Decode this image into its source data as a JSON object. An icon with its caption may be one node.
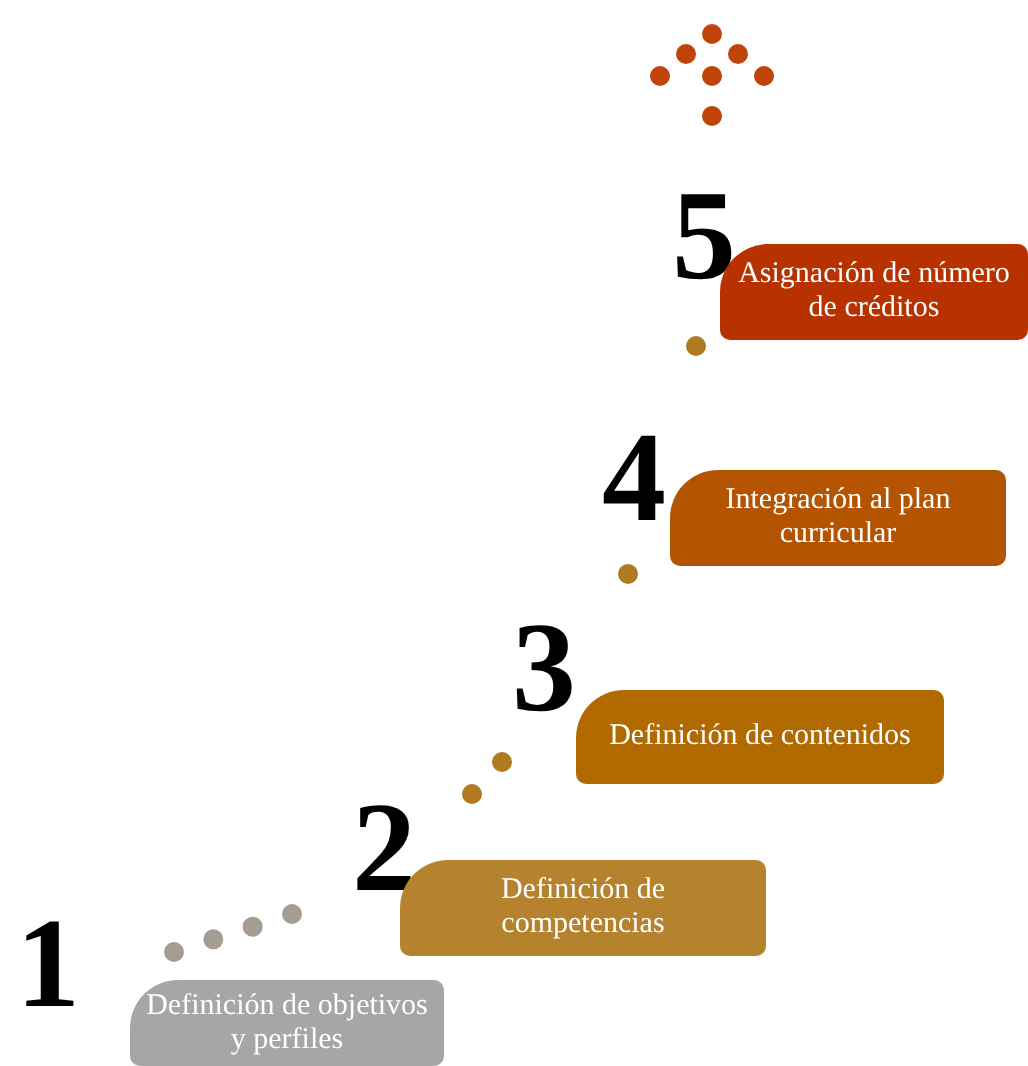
{
  "diagram": {
    "nodes": [
      {
        "text": [
          "1",
          "Definición de objetivos y perfiles"
        ]
      },
      {
        "text": [
          "2",
          "Definición de competencias"
        ]
      },
      {
        "text": [
          "3",
          "Definición de contenidos"
        ]
      },
      {
        "text": [
          "4",
          "Integración al plan curricular"
        ]
      },
      {
        "text": [
          "5",
          "Asignación de número de créditos"
        ]
      }
    ],
    "edges": [
      {
        "from": 0,
        "to": 1,
        "arrow": "none",
        "style": "dashed",
        "color": "#a59c92"
      },
      {
        "from": 1,
        "to": 2,
        "arrow": "none",
        "style": "dashed"
      },
      {
        "from": 2,
        "to": 3,
        "arrow": "none",
        "style": "dashed"
      },
      {
        "from": 3,
        "to": 4,
        "arrow": "none",
        "style": "dashed"
      }
    ]
  }
}
